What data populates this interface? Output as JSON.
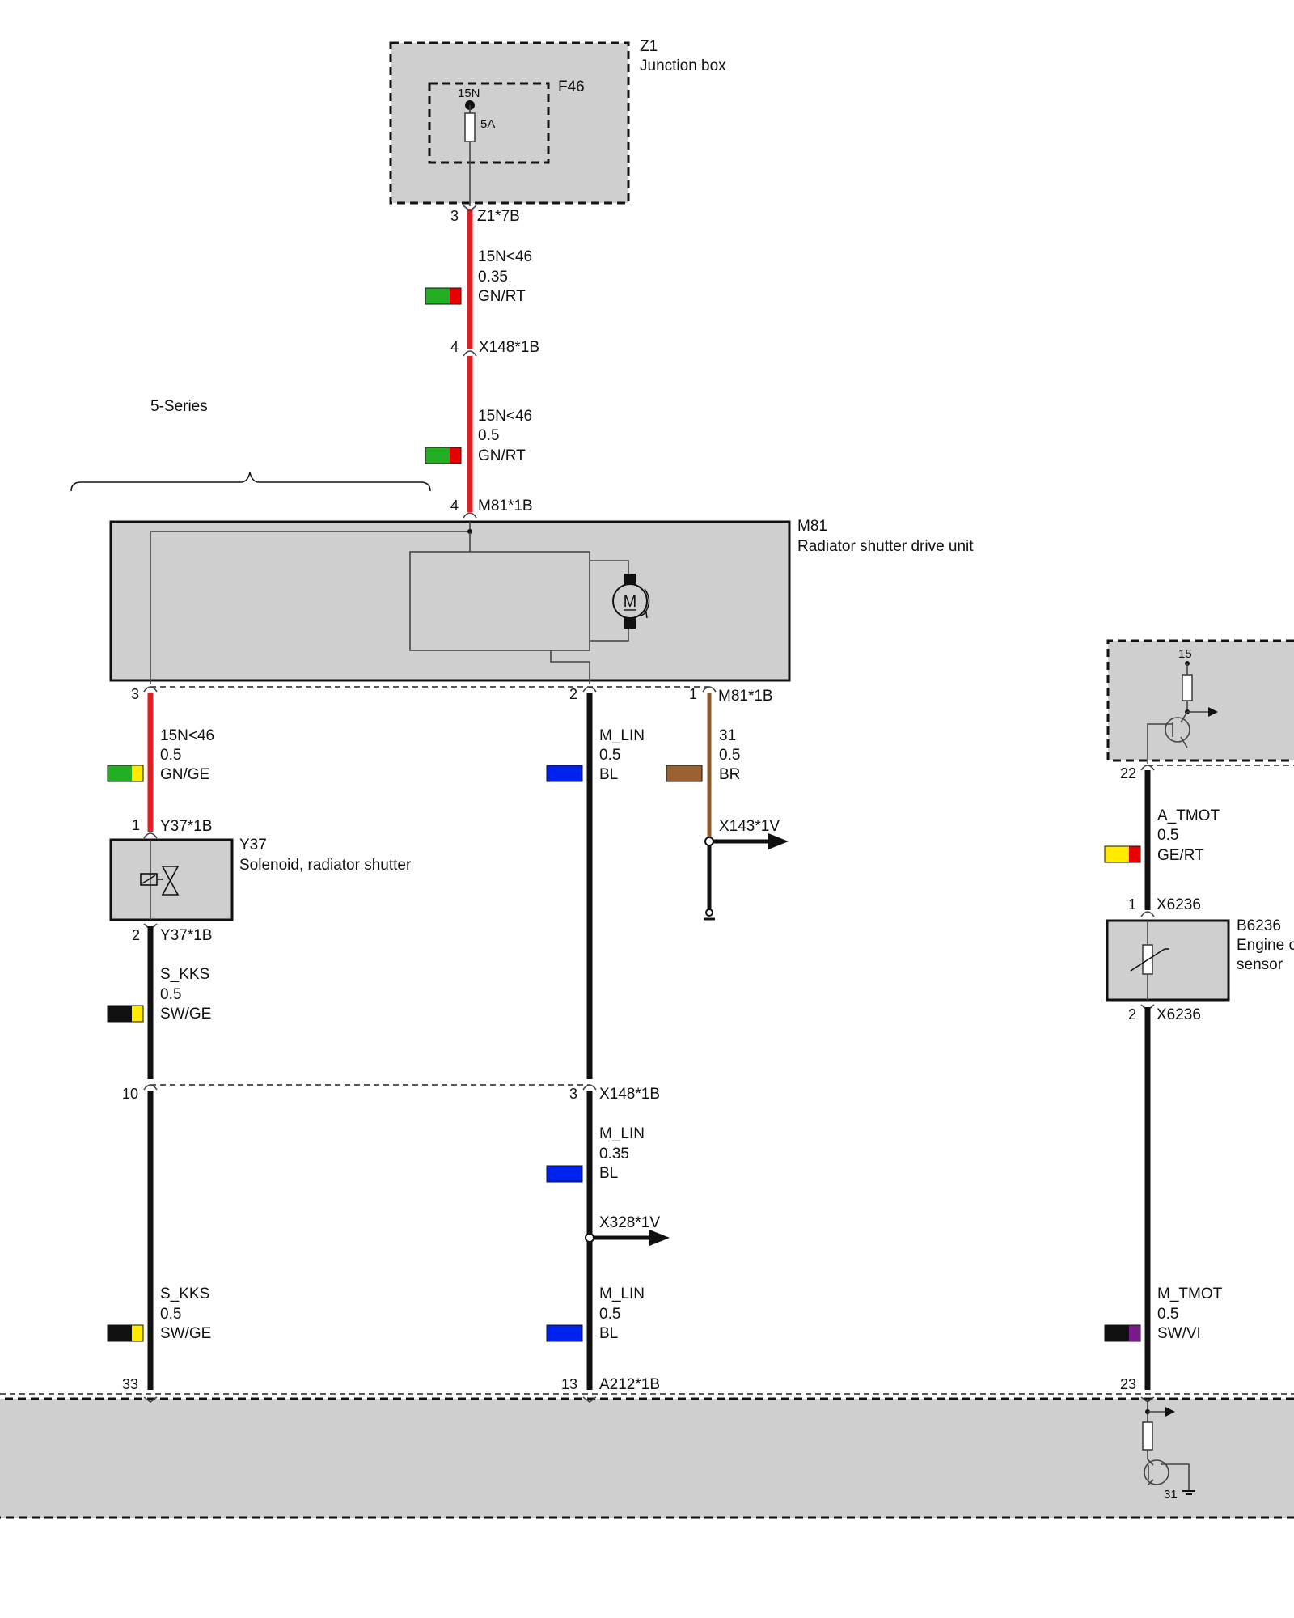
{
  "colors": {
    "red_wire": "#e12026",
    "black_wire": "#111111",
    "brown_wire": "#8b5a2b",
    "component_fill": "#cfcfcf",
    "swatch_green": "#22b022",
    "swatch_red": "#e60000",
    "swatch_yellow": "#ffea00",
    "swatch_blue": "#0022ee",
    "swatch_brown": "#9a6232",
    "swatch_black": "#111111",
    "swatch_violet": "#7a1a8a"
  },
  "components": {
    "z1": {
      "id": "Z1",
      "name": "Junction box"
    },
    "f46": {
      "id": "F46",
      "terminal": "15N",
      "rating": "5A"
    },
    "m81": {
      "id": "M81",
      "name": "Radiator shutter drive unit",
      "motor_symbol": "M"
    },
    "y37": {
      "id": "Y37",
      "name": "Solenoid, radiator shutter"
    },
    "b6236": {
      "id": "B6236",
      "name_line1": "Engine c",
      "name_line2": "sensor"
    },
    "right_unit": {
      "terminal": "15"
    },
    "bottom_unit": {
      "terminal": "31"
    }
  },
  "variant": {
    "label": "5-Series"
  },
  "connectors": {
    "z1_7b": {
      "pin": "3",
      "name": "Z1*7B"
    },
    "x148_1b_top": {
      "pin": "4",
      "name": "X148*1B"
    },
    "m81_1b_top": {
      "pin": "4",
      "name": "M81*1B"
    },
    "m81_1b_pin3": "3",
    "m81_1b_pin2": "2",
    "m81_1b_pin1": "1",
    "m81_1b_name": "M81*1B",
    "y37_1b_in": {
      "pin": "1",
      "name": "Y37*1B"
    },
    "y37_1b_out": {
      "pin": "2",
      "name": "Y37*1B"
    },
    "x143_1v": {
      "name": "X143*1V"
    },
    "x148_1b_pin10": "10",
    "x148_1b_pin3": "3",
    "x148_1b_name": "X148*1B",
    "x328_1v": {
      "name": "X328*1V"
    },
    "a212_1b_pin33": "33",
    "a212_1b_pin13": "13",
    "a212_1b_name": "A212*1B",
    "a212_pin23": "23",
    "right_unit_pin22": "22",
    "x6236_in": {
      "pin": "1",
      "name": "X6236"
    },
    "x6236_out": {
      "pin": "2",
      "name": "X6236"
    }
  },
  "wires": {
    "w1": {
      "signal": "15N<46",
      "gauge": "0.35",
      "color_code": "GN/RT",
      "swatch": [
        "#22b022",
        "#e60000"
      ]
    },
    "w2": {
      "signal": "15N<46",
      "gauge": "0.5",
      "color_code": "GN/RT",
      "swatch": [
        "#22b022",
        "#e60000"
      ]
    },
    "w3": {
      "signal": "15N<46",
      "gauge": "0.5",
      "color_code": "GN/GE",
      "swatch": [
        "#22b022",
        "#ffea00"
      ]
    },
    "w4": {
      "signal": "M_LIN",
      "gauge": "0.5",
      "color_code": "BL",
      "swatch": [
        "#0022ee",
        "#0022ee"
      ]
    },
    "w5": {
      "signal": "31",
      "gauge": "0.5",
      "color_code": "BR",
      "swatch": [
        "#9a6232",
        "#9a6232"
      ]
    },
    "w6": {
      "signal": "S_KKS",
      "gauge": "0.5",
      "color_code": "SW/GE",
      "swatch": [
        "#111111",
        "#ffea00"
      ]
    },
    "w7": {
      "signal": "M_LIN",
      "gauge": "0.35",
      "color_code": "BL",
      "swatch": [
        "#0022ee",
        "#0022ee"
      ]
    },
    "w8": {
      "signal": "S_KKS",
      "gauge": "0.5",
      "color_code": "SW/GE",
      "swatch": [
        "#111111",
        "#ffea00"
      ]
    },
    "w9": {
      "signal": "M_LIN",
      "gauge": "0.5",
      "color_code": "BL",
      "swatch": [
        "#0022ee",
        "#0022ee"
      ]
    },
    "w10": {
      "signal": "A_TMOT",
      "gauge": "0.5",
      "color_code": "GE/RT",
      "swatch": [
        "#ffea00",
        "#e60000"
      ]
    },
    "w11": {
      "signal": "M_TMOT",
      "gauge": "0.5",
      "color_code": "SW/VI",
      "swatch": [
        "#111111",
        "#7a1a8a"
      ]
    }
  }
}
